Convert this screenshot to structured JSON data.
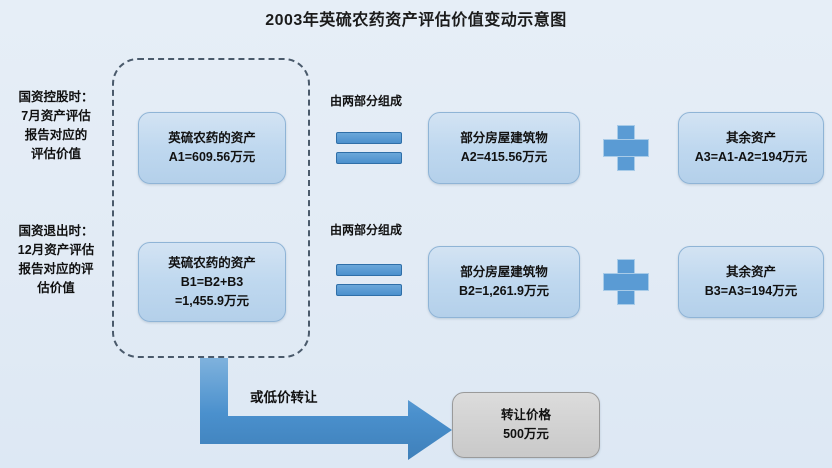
{
  "diagram": {
    "title": "2003年英硫农药资产评估价值变动示意图",
    "side_labels": [
      {
        "name": "state-holding-period",
        "header": "国资控股时：",
        "lines": [
          "7月资产评估",
          "报告对应的",
          "评估价值"
        ]
      },
      {
        "name": "state-exit-period",
        "header": "国资退出时：",
        "lines": [
          "12月资产评估",
          "报告对应的评",
          "估价值"
        ]
      }
    ],
    "rows": [
      {
        "name": "row-a",
        "caption": "由两部分组成",
        "total_box": {
          "lines": [
            "英硫农药的资产",
            "A1=609.56万元"
          ]
        },
        "equals_symbol": "=",
        "part1_box": {
          "lines": [
            "部分房屋建筑物",
            "A2=415.56万元"
          ]
        },
        "plus_symbol": "+",
        "part2_box": {
          "lines": [
            "其余资产",
            "A3=A1-A2=194万元"
          ]
        }
      },
      {
        "name": "row-b",
        "caption": "由两部分组成",
        "total_box": {
          "lines": [
            "英硫农药的资产",
            "B1=B2+B3",
            "=1,455.9万元"
          ]
        },
        "equals_symbol": "=",
        "part1_box": {
          "lines": [
            "部分房屋建筑物",
            "B2=1,261.9万元"
          ]
        },
        "plus_symbol": "+",
        "part2_box": {
          "lines": [
            "其余资产",
            "B3=A3=194万元"
          ]
        }
      }
    ],
    "transfer": {
      "arrow_label": "或低价转让",
      "result_box": {
        "lines": [
          "转让价格",
          "500万元"
        ]
      }
    },
    "colors": {
      "background": "#e4edf6",
      "node_fill": "#bfd8ef",
      "node_border": "#8fb4d6",
      "operator_blue": "#5a9bd4",
      "arrow_blue": "#4a90cd",
      "grey_fill": "#d2d2d2",
      "dashed_border": "#4a5a6b",
      "text": "#111111"
    }
  }
}
